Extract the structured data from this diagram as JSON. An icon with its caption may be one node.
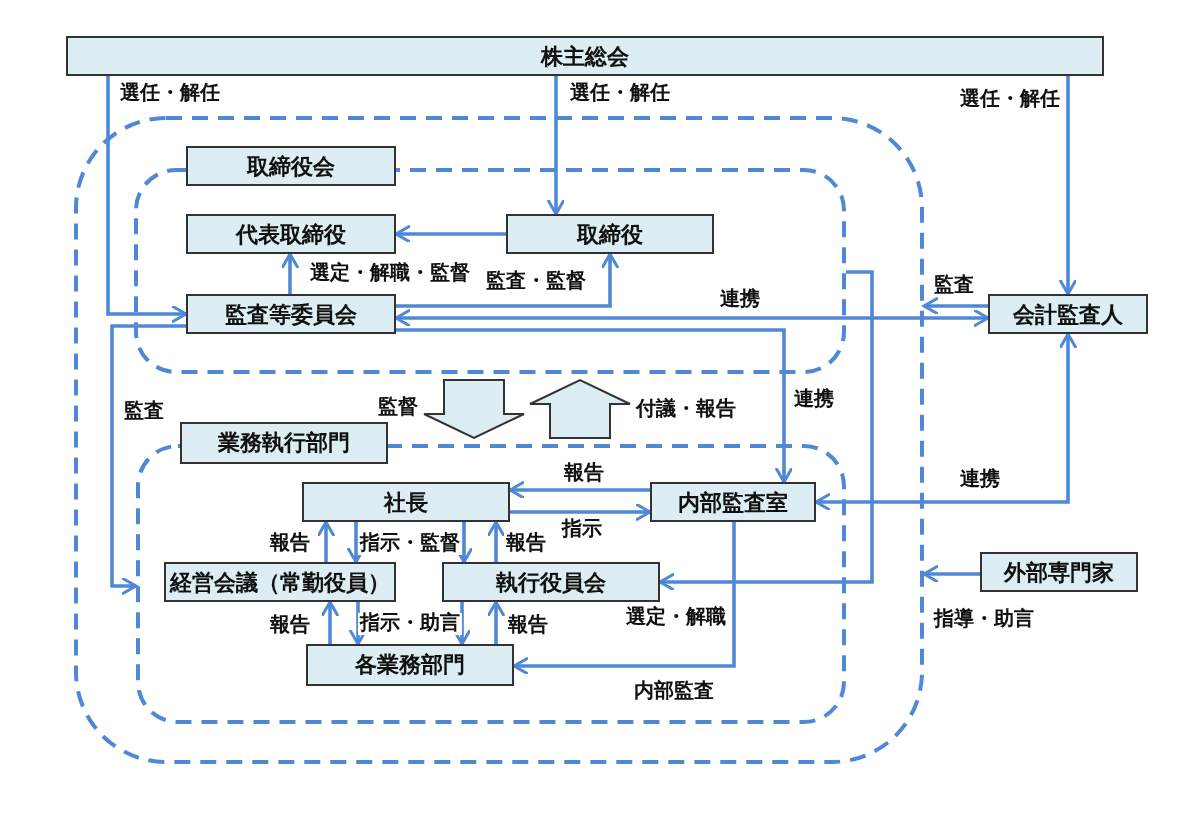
{
  "diagram": {
    "nodes": [
      {
        "text": [
          "株主総会"
        ]
      },
      {
        "text": [],
        "shape": "box"
      },
      {
        "text": [
          "取締役会"
        ],
        "in": 1
      },
      {
        "text": [],
        "shape": "box",
        "in": 1
      },
      {
        "text": [
          "代表取締役"
        ],
        "in": 3
      },
      {
        "text": [
          "取締役"
        ],
        "in": 3
      },
      {
        "text": [
          "監査等委員会"
        ],
        "in": 3
      },
      {
        "text": [
          "会計監査人"
        ]
      },
      {
        "text": [
          "業務執行部門"
        ],
        "in": 1
      },
      {
        "text": [],
        "shape": "box",
        "in": 1
      },
      {
        "text": [
          "社長"
        ],
        "in": 9
      },
      {
        "text": [
          "内部監査室"
        ],
        "in": 9
      },
      {
        "text": [
          "経営会議（常勤役員）"
        ],
        "in": 9
      },
      {
        "text": [
          "執行役員会"
        ],
        "in": 9
      },
      {
        "text": [
          "外部専門家"
        ]
      },
      {
        "text": [
          "各業務部門"
        ],
        "in": 9
      }
    ],
    "edges": [
      {
        "from": 0,
        "to": 6,
        "arrow": "to",
        "label": "選任・解任"
      },
      {
        "from": 0,
        "to": 5,
        "arrow": "to",
        "label": "選任・解任"
      },
      {
        "from": 0,
        "to": 7,
        "arrow": "to",
        "label": "選任・解任"
      },
      {
        "from": 5,
        "to": 4,
        "arrow": "to"
      },
      {
        "from": 6,
        "to": 4,
        "arrow": "to",
        "label": "選定・解職・監督"
      },
      {
        "from": 6,
        "to": 5,
        "arrow": "to",
        "label": "監査・監督"
      },
      {
        "from": 6,
        "to": 7,
        "arrow": "both",
        "label": "連携"
      },
      {
        "from": 6,
        "to": 11,
        "arrow": "to",
        "label": "連携"
      },
      {
        "from": 7,
        "to": 1,
        "arrow": "to",
        "label": "監査"
      },
      {
        "from": 7,
        "to": 11,
        "arrow": "both",
        "label": "連携"
      },
      {
        "from": 6,
        "to": 9,
        "arrow": "to",
        "label": "監査"
      },
      {
        "from": 3,
        "to": 9,
        "arrow": "to",
        "label": "監督",
        "style": "thick"
      },
      {
        "from": 9,
        "to": 3,
        "arrow": "to",
        "label": "付議・報告",
        "style": "thick"
      },
      {
        "from": 11,
        "to": 10,
        "arrow": "to",
        "label": "報告"
      },
      {
        "from": 10,
        "to": 11,
        "arrow": "to",
        "label": "指示"
      },
      {
        "from": 12,
        "to": 10,
        "arrow": "to",
        "label": "報告"
      },
      {
        "from": 10,
        "to": 12,
        "arrow": "to",
        "label": "指示・監督"
      },
      {
        "from": 10,
        "to": 13,
        "arrow": "to"
      },
      {
        "from": 13,
        "to": 10,
        "arrow": "to",
        "label": "報告"
      },
      {
        "from": 15,
        "to": 12,
        "arrow": "to",
        "label": "報告"
      },
      {
        "from": 12,
        "to": 15,
        "arrow": "to",
        "label": "指示・助言"
      },
      {
        "from": 13,
        "to": 15,
        "arrow": "to"
      },
      {
        "from": 15,
        "to": 13,
        "arrow": "to",
        "label": "報告"
      },
      {
        "from": 11,
        "to": 15,
        "arrow": "to",
        "label": "内部監査"
      },
      {
        "from": 3,
        "to": 13,
        "arrow": "to",
        "label": "選定・解職"
      },
      {
        "from": 14,
        "to": 1,
        "arrow": "to",
        "label": "指導・助言"
      }
    ]
  }
}
